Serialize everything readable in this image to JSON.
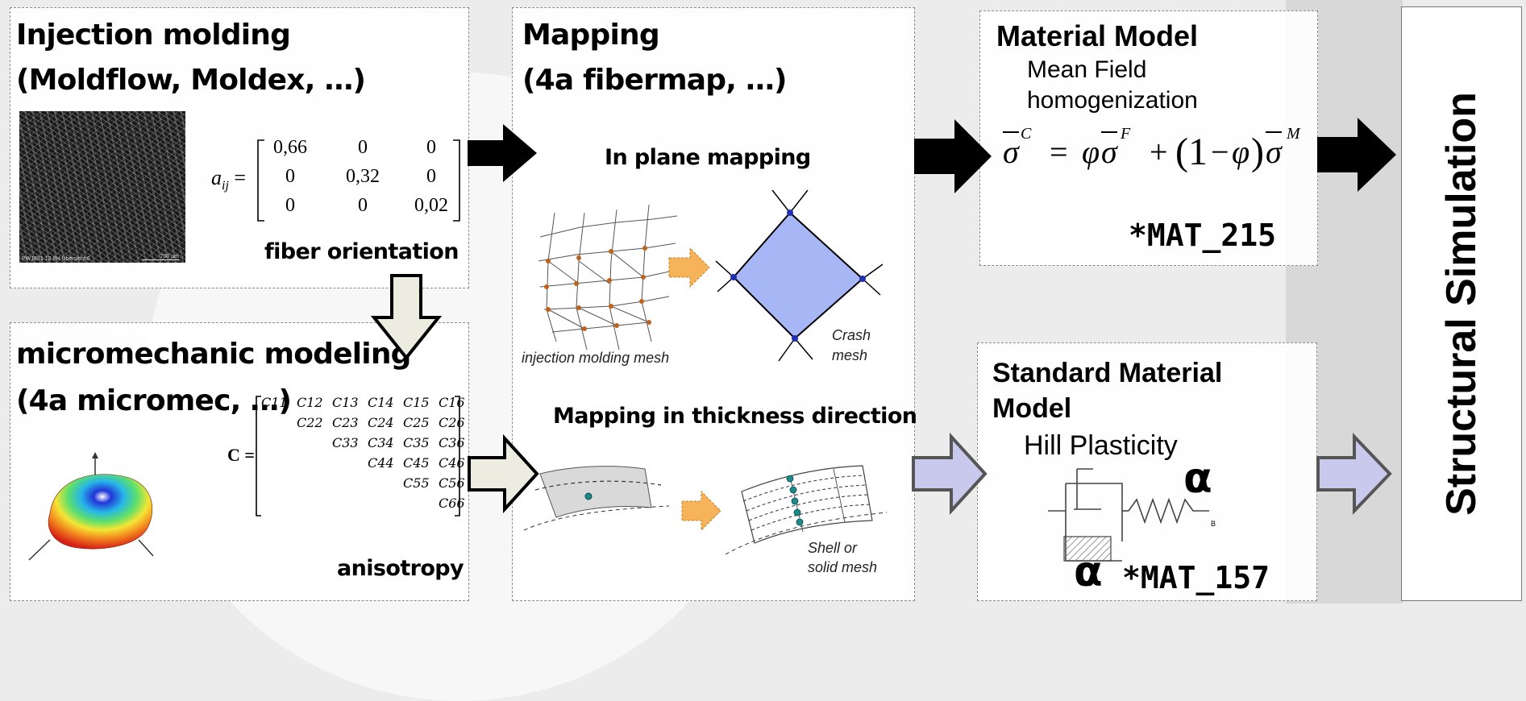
{
  "injection": {
    "title_line1": "Injection molding",
    "title_line2": "(Moldflow, Moldex, …)",
    "micrograph_caption": "PW1681 12 8H Übersicht 6",
    "micrograph_scale": "700 µm",
    "tensor_symbol": "a",
    "tensor_subscript": "ij",
    "tensor_rows": [
      [
        "0,66",
        "0",
        "0"
      ],
      [
        "0",
        "0,32",
        "0"
      ],
      [
        "0",
        "0",
        "0,02"
      ]
    ],
    "caption": "fiber orientation"
  },
  "micromechanic": {
    "title_line1": "micromechanic modeling",
    "title_line2": "(4a micromec, …)",
    "matrix_symbol": "C =",
    "stiffness_rows": [
      [
        "C11",
        "C12",
        "C13",
        "C14",
        "C15",
        "C16"
      ],
      [
        "C22",
        "C23",
        "C24",
        "C25",
        "C26"
      ],
      [
        "C33",
        "C34",
        "C35",
        "C36"
      ],
      [
        "C44",
        "C45",
        "C46"
      ],
      [
        "C55",
        "C56"
      ],
      [
        "C66"
      ]
    ],
    "caption": "anisotropy"
  },
  "mapping": {
    "title_line1": "Mapping",
    "title_line2": "(4a fibermap, …)",
    "inplane_title": "In plane mapping",
    "injection_mesh_label": "injection molding mesh",
    "crash_mesh_label_1": "Crash",
    "crash_mesh_label_2": "mesh",
    "thickness_title": "Mapping in thickness direction",
    "shell_label_1": "Shell or",
    "shell_label_2": "solid mesh"
  },
  "material_model": {
    "title": "Material Model",
    "subtitle_line1": "Mean Field",
    "subtitle_line2": "homogenization",
    "keyword": "*MAT_215"
  },
  "standard_model": {
    "title_line1": "Standard Material",
    "title_line2": "Model",
    "subtitle": "Hill Plasticity",
    "alpha": "α",
    "spring_label": "B",
    "keyword": "*MAT_157"
  },
  "structural": {
    "title": "Structural Simulation"
  },
  "colors": {
    "solid_arrow": "#000000",
    "outline_arrow_fill": "#ecece0",
    "lavender_arrow": "#c9c9ee",
    "orange_arrow": "#f7b35a",
    "crash_fill": "#a7b7f5",
    "node_dot": "#1f2fb0",
    "mesh_node": "#c0621a"
  }
}
